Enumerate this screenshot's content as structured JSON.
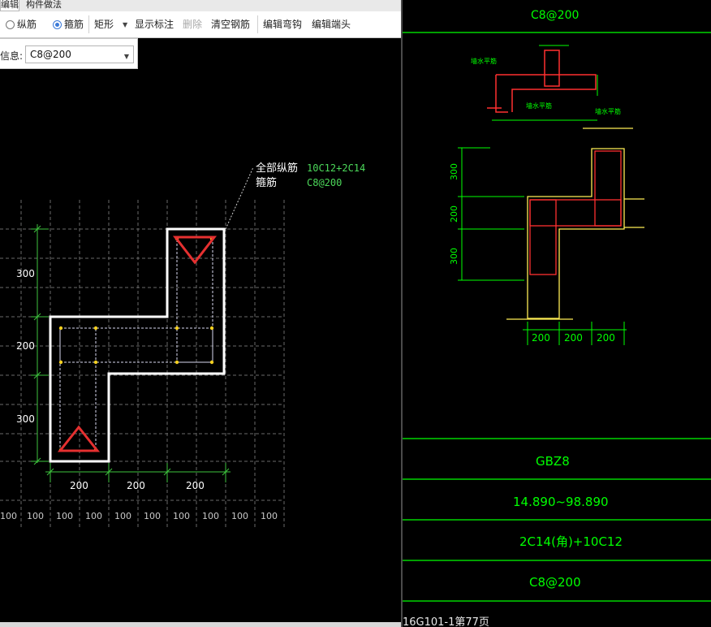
{
  "tabs": [
    "编辑",
    "构件做法"
  ],
  "toolbar": {
    "longitudinal_label": "纵筋",
    "stirrup_label": "箍筋",
    "shape_value": "矩形",
    "show_annotation": "显示标注",
    "delete": "删除",
    "clear_rebar": "清空钢筋",
    "edit_hook": "编辑弯钩",
    "edit_end": "编辑端头"
  },
  "info": {
    "label": "信息:",
    "value": "C8@200"
  },
  "section_canvas": {
    "leader_line1": "全部纵筋",
    "leader_line2": "箍筋",
    "longitudinal_rebar": "10C12+2C14",
    "stirrup_spec": "C8@200",
    "dims_left": [
      "300",
      "200",
      "300"
    ],
    "dims_bottom": [
      "200",
      "200",
      "200"
    ],
    "grid_ticks": [
      "100",
      "100",
      "100",
      "100",
      "100",
      "100",
      "100",
      "100",
      "100",
      "100"
    ],
    "colors": {
      "grid": "#6a6a6a",
      "outline": "#ffffff",
      "stirrup": "#e53030",
      "dimension": "#3ec43e",
      "rebar_point": "#f5d020"
    }
  },
  "drawing": {
    "top_label": "C8@200",
    "annot_a": "墙水平筋",
    "annot_b": "墙水平筋",
    "annot_c": "墙水平筋",
    "dims_left": [
      "300",
      "200",
      "300"
    ],
    "dims_bottom": [
      "200",
      "200",
      "200"
    ],
    "table": {
      "name": "GBZ8",
      "elevation": "14.890~98.890",
      "longitudinal": "2C14(角)+10C12",
      "stirrup": "C8@200"
    },
    "footer": "16G101-1第77页",
    "colors": {
      "frame": "#00ff00",
      "column": "#ffee55",
      "rebar": "#ff3030"
    }
  }
}
